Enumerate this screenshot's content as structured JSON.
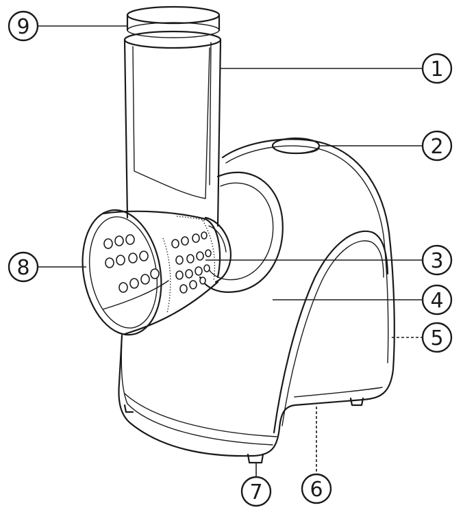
{
  "diagram": {
    "callouts": [
      {
        "id": "callout-9",
        "label": "9"
      },
      {
        "id": "callout-1",
        "label": "1"
      },
      {
        "id": "callout-2",
        "label": "2"
      },
      {
        "id": "callout-8",
        "label": "8"
      },
      {
        "id": "callout-3",
        "label": "3"
      },
      {
        "id": "callout-4",
        "label": "4"
      },
      {
        "id": "callout-5",
        "label": "5"
      },
      {
        "id": "callout-7",
        "label": "7"
      },
      {
        "id": "callout-6",
        "label": "6"
      }
    ],
    "colors": {
      "line": "#1a1a1a",
      "background": "#ffffff"
    }
  }
}
